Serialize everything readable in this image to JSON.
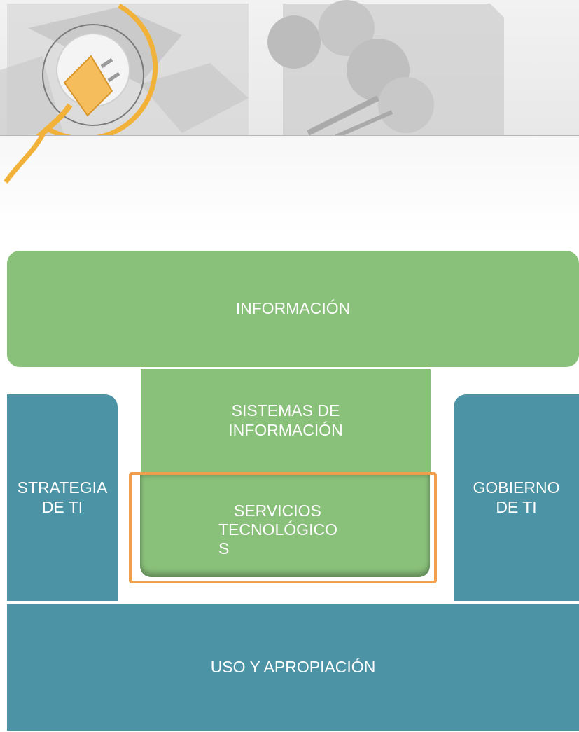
{
  "hero": {
    "left_icon": "power-plug-icon",
    "right_icon": "shopping-tools-icon",
    "colors": {
      "accent": "#f2b23a",
      "background": "#eeeeee"
    }
  },
  "blocks": {
    "informacion": "INFORMACIÓN",
    "sistemas": [
      "SISTEMAS DE",
      "INFORMACIÓN"
    ],
    "estrategia": [
      "STRATEGIA",
      "DE TI"
    ],
    "gobierno": [
      "GOBIERNO",
      "DE TI"
    ],
    "servicios": [
      "SERVICIOS",
      "TECNOLÓGICO",
      "S"
    ],
    "uso": "USO Y APROPIACIÓN"
  },
  "colors": {
    "green": "#89c07a",
    "teal": "#4b93a5",
    "highlight": "#f19f4d"
  }
}
